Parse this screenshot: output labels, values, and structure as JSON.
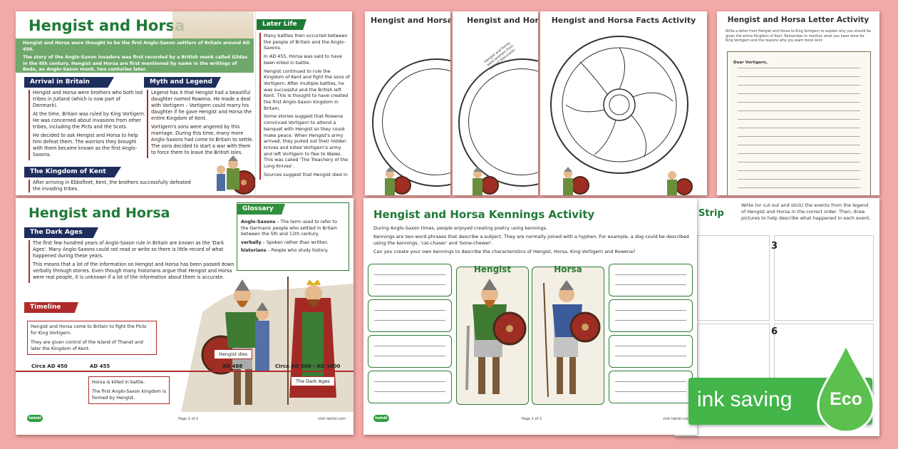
{
  "sheet1": {
    "title": "Hengist and Horsa",
    "intro": [
      "Hengist and Horsa were thought to be the first Anglo-Saxon settlers of Britain around AD 450.",
      "The story of the Anglo-Saxon invaders was first recorded by a British monk called Gildas in the 6th century. Hengist and Horsa are first mentioned by name in the writings of Bede, an Anglo-Saxon monk, two centuries later."
    ],
    "arrival_heading": "Arrival in Britain",
    "arrival": [
      "Hengist and Horsa were brothers who both led tribes in Jutland (which is now part of Denmark).",
      "At the time, Britain was ruled by King Vortigern. He was concerned about invasions from other tribes, including the Picts and the Scots.",
      "He decided to ask Hengist and Horsa to help him defeat them. The warriors they brought with them became known as the first Anglo-Saxons."
    ],
    "myth_heading": "Myth and Legend",
    "myth": [
      "Legend has it that Hengist had a beautiful daughter named Rowena. He made a deal with Vortigern – Vortigern could marry his daughter if he gave Hengist and Horsa the entire Kingdom of Kent.",
      "Vortigern's sons were angered by this marriage. During this time, many more Anglo-Saxons had come to Britain to settle. The sons decided to start a war with them to force them to leave the British Isles."
    ],
    "kingdom_heading": "The Kingdom of Kent",
    "kingdom": "After arriving in Ebbsfleet, Kent, the brothers successfully defeated the invading tribes.",
    "later_heading": "Later Life",
    "later": [
      "Many battles then occurred between the people of Britain and the Anglo-Saxons.",
      "In AD 455, Horsa was said to have been killed in battle.",
      "Hengist continued to rule the Kingdom of Kent and fight the sons of Vortigern. After multiple battles, he was successful and the British left Kent. This is thought to have created the first Anglo-Saxon kingdom in Britain.",
      "Some stories suggest that Rowena convinced Vortigern to attend a banquet with Hengist so they could make peace. When Hengist's army arrived, they pulled out their hidden knives and killed Vortigern's army and left Vortigern to flee to Wales. This was called 'The Treachery of the Long Knives'.",
      "Sources suggest that Hengist died in"
    ]
  },
  "sheet2": {
    "title": "Hengist and Horsa",
    "dark_heading": "The Dark Ages",
    "dark": [
      "The first few hundred years of Anglo-Saxon rule in Britain are known as the 'Dark Ages'. Many Anglo-Saxons could not read or write so there is little record of what happened during these years.",
      "This means that a lot of the information on Hengist and Horsa has been passed down verbally through stories. Even though many historians argue that Hengist and Horsa were real people, it is unknown if a lot of the information about them is accurate."
    ],
    "glossary_heading": "Glossary",
    "glossary": [
      {
        "term": "Anglo-Saxons",
        "def": " – The term used to refer to the Germanic people who settled in Britain between the 5th and 11th century."
      },
      {
        "term": "verbally",
        "def": " – Spoken rather than written."
      },
      {
        "term": "historians",
        "def": " – People who study history."
      }
    ],
    "timeline_heading": "Timeline",
    "tl_box1": [
      "Hengist and Horsa come to Britain to fight the Picts for King Vortigern.",
      "They are given control of the Island of Thanet and later the Kingdom of Kent."
    ],
    "tl_labels": [
      "Circa AD 450",
      "AD 455",
      "AD 488",
      "Circa AD 500 - AD 1000"
    ],
    "tl_box2": [
      "Horsa is killed in battle.",
      "The first Anglo-Saxon kingdom is formed by Hengist."
    ],
    "tl_hengist_dies": "Hengist dies",
    "tl_dark_ages": "The Dark Ages",
    "page": "Page 2 of 2",
    "logo": "twinkl",
    "url": "visit twinkl.com"
  },
  "sheet3": {
    "title": "Hengist and Horsa"
  },
  "sheet4": {
    "title": "Hengist and Horsa",
    "note": "Hengist and Horsa were brothers from Jutland (Denmark)."
  },
  "sheet5": {
    "title": "Hengist and Horsa Facts Activity"
  },
  "sheet6": {
    "title": "Hengist and Horsa Letter Activity",
    "instructions": "Write a letter from Hengist and Horsa to King Vortigern to explain why you should be given the entire Kingdom of Kent. Remember to mention what you have done for King Vortigern and the reasons why you want more land.",
    "salutation": "Dear Vortigern,"
  },
  "sheet7": {
    "title": "Hengist and Horsa Kennings Activity",
    "p1": "During Anglo-Saxon times, people enjoyed creating poetry using kennings.",
    "p2": "Kennings are two-word phrases that describe a subject. They are normally joined with a hyphen. For example, a dog could be described using the kennings, 'cat-chaser' and 'bone-chewer'.",
    "p3": "Can you create your own kennings to describe the characteristics of Hengist, Horsa, King Vortigern and Rowena?",
    "label_hengist": "Hengist",
    "label_horsa": "Horsa",
    "page": "Page 1 of 2",
    "logo": "twinkl",
    "url": "visit twinkl.com"
  },
  "sheet8": {
    "title": "Strip",
    "instructions": "Write (or cut out and stick) the events from the legend of Hengist and Horsa in the correct order. Then, draw pictures to help describe what happened in each event.",
    "num3": "3",
    "num6": "6"
  },
  "badge": {
    "text": "ink saving",
    "eco": "Eco"
  },
  "colors": {
    "background": "#f2a9a7",
    "green": "#1f7a36",
    "navy": "#1e2e5c",
    "red": "#b02a2a",
    "badge": "#43b549"
  }
}
